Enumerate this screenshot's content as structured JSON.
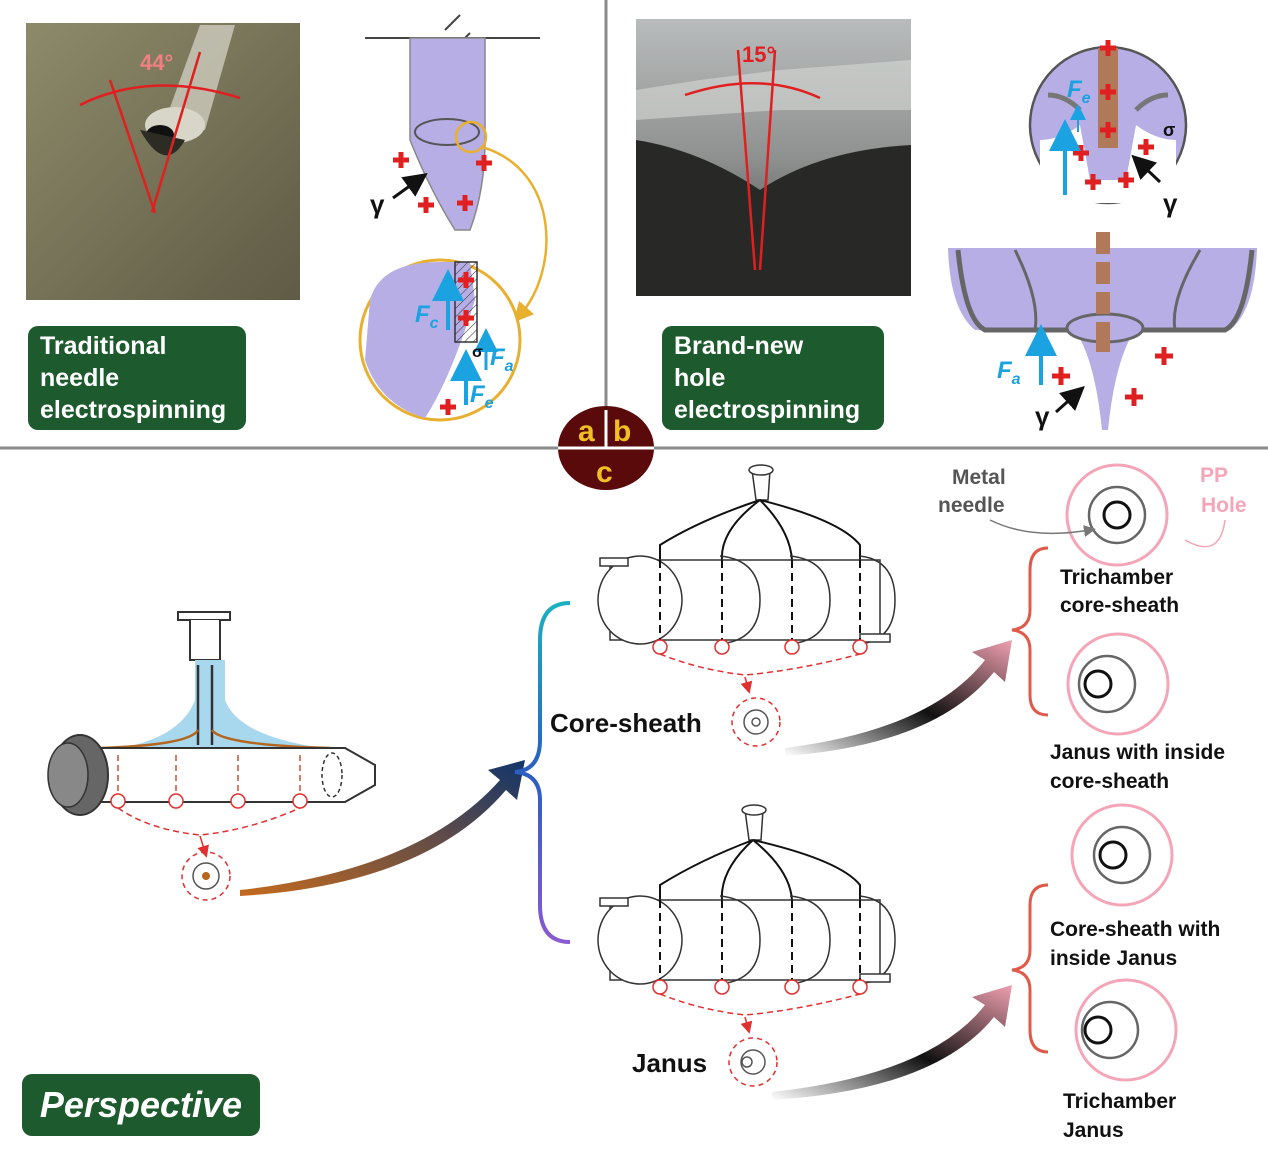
{
  "panel_a": {
    "angle_label": "44°",
    "badge_line1": "Traditional",
    "badge_line2": "needle",
    "badge_line3": "electrospinning",
    "gamma": "γ",
    "sigma": "σ",
    "force_c": "c",
    "force_a": "a",
    "force_e": "e",
    "force_F": "F"
  },
  "panel_b": {
    "angle_label": "15°",
    "badge_line1": "Brand-new",
    "badge_line2": "hole",
    "badge_line3": "electrospinning",
    "gamma": "γ",
    "sigma": "σ",
    "force_F": "F",
    "force_e": "e",
    "force_a": "a"
  },
  "center_badge": {
    "a": "a",
    "b": "b",
    "c": "c"
  },
  "panel_c": {
    "perspective": "Perspective",
    "core_sheath": "Core-sheath",
    "janus": "Janus",
    "metal_needle_1": "Metal",
    "metal_needle_2": "needle",
    "pp_hole_1": "PP",
    "pp_hole_2": "Hole",
    "trichamber_cs_1": "Trichamber",
    "trichamber_cs_2": "core-sheath",
    "janus_inside_cs_1": "Janus with inside",
    "janus_inside_cs_2": "core-sheath",
    "cs_inside_janus_1": "Core-sheath with",
    "cs_inside_janus_2": "inside Janus",
    "trichamber_janus_1": "Trichamber",
    "trichamber_janus_2": "Janus"
  },
  "colors": {
    "badge_green": "#1d5a2e",
    "divider": "#8a8a8a",
    "plus_red": "#e02020",
    "arrow_blue": "#1aa3e0",
    "pink": "#f4a6b8",
    "dashed_red": "#e03030",
    "fluid_purple": "#b7aee6",
    "ring_yellow": "#e8b030",
    "center_dark": "#5a0a0a"
  }
}
